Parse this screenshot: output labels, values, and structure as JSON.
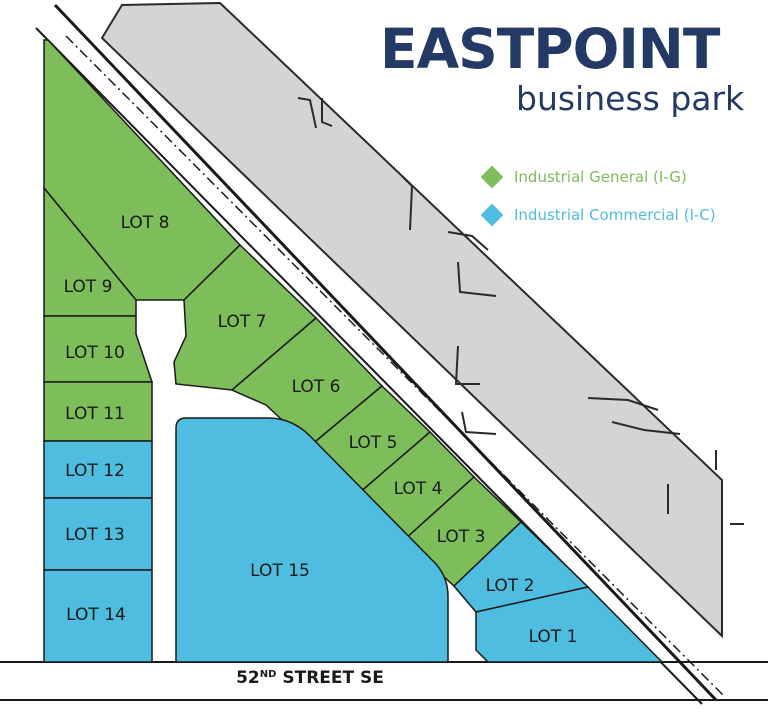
{
  "brand": {
    "title_part1": "EAST",
    "title_part2": "POINT",
    "subtitle": "business park"
  },
  "legend": [
    {
      "label": "Industrial General (I-G)",
      "color": "#7dbd5a"
    },
    {
      "label": "Industrial Commercial (I-C)",
      "color": "#4fbde0"
    }
  ],
  "colors": {
    "industrial_general": "#7dbd5a",
    "industrial_commercial": "#4fbde0",
    "rail_corridor": "#d4d4d4",
    "title": "#243a66"
  },
  "lots": [
    {
      "id": "lot-1",
      "label": "LOT 1",
      "zone": "I-C"
    },
    {
      "id": "lot-2",
      "label": "LOT 2",
      "zone": "I-C"
    },
    {
      "id": "lot-3",
      "label": "LOT 3",
      "zone": "I-G"
    },
    {
      "id": "lot-4",
      "label": "LOT 4",
      "zone": "I-G"
    },
    {
      "id": "lot-5",
      "label": "LOT 5",
      "zone": "I-G"
    },
    {
      "id": "lot-6",
      "label": "LOT 6",
      "zone": "I-G"
    },
    {
      "id": "lot-7",
      "label": "LOT 7",
      "zone": "I-G"
    },
    {
      "id": "lot-8",
      "label": "LOT 8",
      "zone": "I-G"
    },
    {
      "id": "lot-9",
      "label": "LOT 9",
      "zone": "I-G"
    },
    {
      "id": "lot-10",
      "label": "LOT 10",
      "zone": "I-G"
    },
    {
      "id": "lot-11",
      "label": "LOT 11",
      "zone": "I-G"
    },
    {
      "id": "lot-12",
      "label": "LOT 12",
      "zone": "I-C"
    },
    {
      "id": "lot-13",
      "label": "LOT 13",
      "zone": "I-C"
    },
    {
      "id": "lot-14",
      "label": "LOT 14",
      "zone": "I-C"
    },
    {
      "id": "lot-15",
      "label": "LOT 15",
      "zone": "I-C"
    }
  ],
  "street": {
    "name_prefix": "52",
    "superscript": "ND",
    "name_suffix": " STREET SE"
  }
}
